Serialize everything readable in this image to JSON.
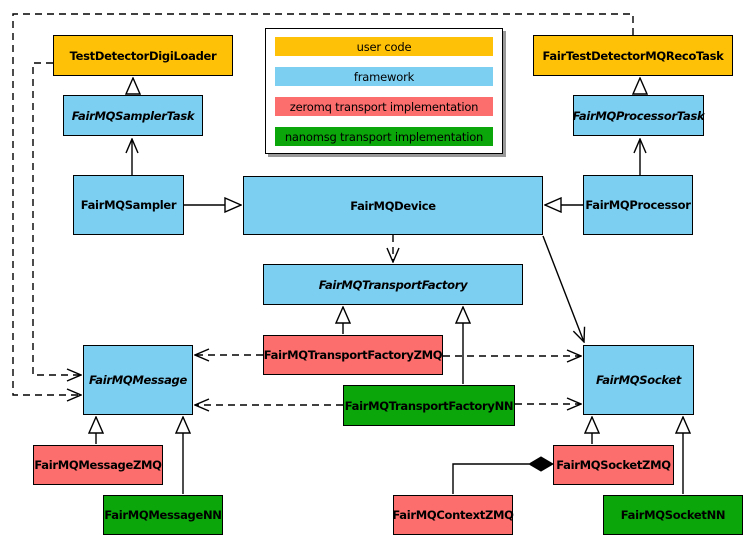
{
  "nodes": {
    "digi_loader": "TestDetectorDigiLoader",
    "reco_task": "FairTestDetectorMQRecoTask",
    "sampler_task": "FairMQSamplerTask",
    "processor_task": "FairMQProcessorTask",
    "sampler": "FairMQSampler",
    "device": "FairMQDevice",
    "processor": "FairMQProcessor",
    "transport_factory": "FairMQTransportFactory",
    "transport_factory_zmq": "FairMQTransportFactoryZMQ",
    "transport_factory_nn": "FairMQTransportFactoryNN",
    "message": "FairMQMessage",
    "socket": "FairMQSocket",
    "message_zmq": "FairMQMessageZMQ",
    "message_nn": "FairMQMessageNN",
    "context_zmq": "FairMQContextZMQ",
    "socket_zmq": "FairMQSocketZMQ",
    "socket_nn": "FairMQSocketNN"
  },
  "legend": {
    "items": [
      {
        "label": "user code",
        "color": "#FFC107"
      },
      {
        "label": "framework",
        "color": "#7DCFF2"
      },
      {
        "label": "zeromq transport implementation",
        "color": "#FC6D6D"
      },
      {
        "label": "nanomsg transport implementation",
        "color": "#0AA60A"
      }
    ]
  },
  "colors": {
    "user_code": "#FFC107",
    "framework": "#7DCFF2",
    "zeromq": "#FC6D6D",
    "nanomsg": "#0AA60A",
    "line": "#000000",
    "legend_shadow": "#999999"
  }
}
